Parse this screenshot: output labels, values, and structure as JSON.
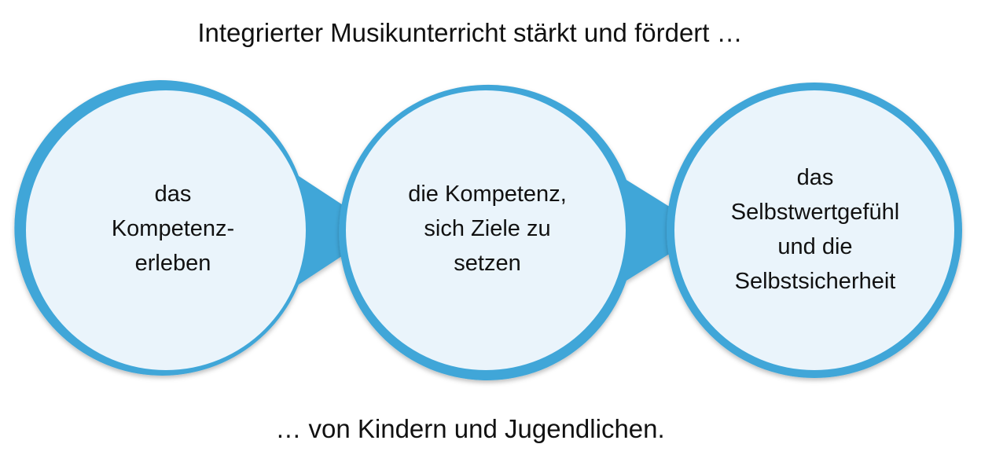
{
  "heading_top": "Integrierter Musikunterricht stärkt und fördert …",
  "heading_bottom": "… von Kindern und Jugendlichen.",
  "circles": [
    {
      "lines": [
        "das",
        "Kompetenz-",
        "erleben"
      ]
    },
    {
      "lines": [
        "die Kompetenz,",
        "sich Ziele zu",
        "setzen"
      ]
    },
    {
      "lines": [
        "das",
        "Selbstwertgefühl",
        "und die",
        "Selbstsicherheit"
      ]
    }
  ],
  "colors": {
    "ring": "#3fa6d8",
    "fill": "#eaf4fb",
    "text": "#111111"
  }
}
